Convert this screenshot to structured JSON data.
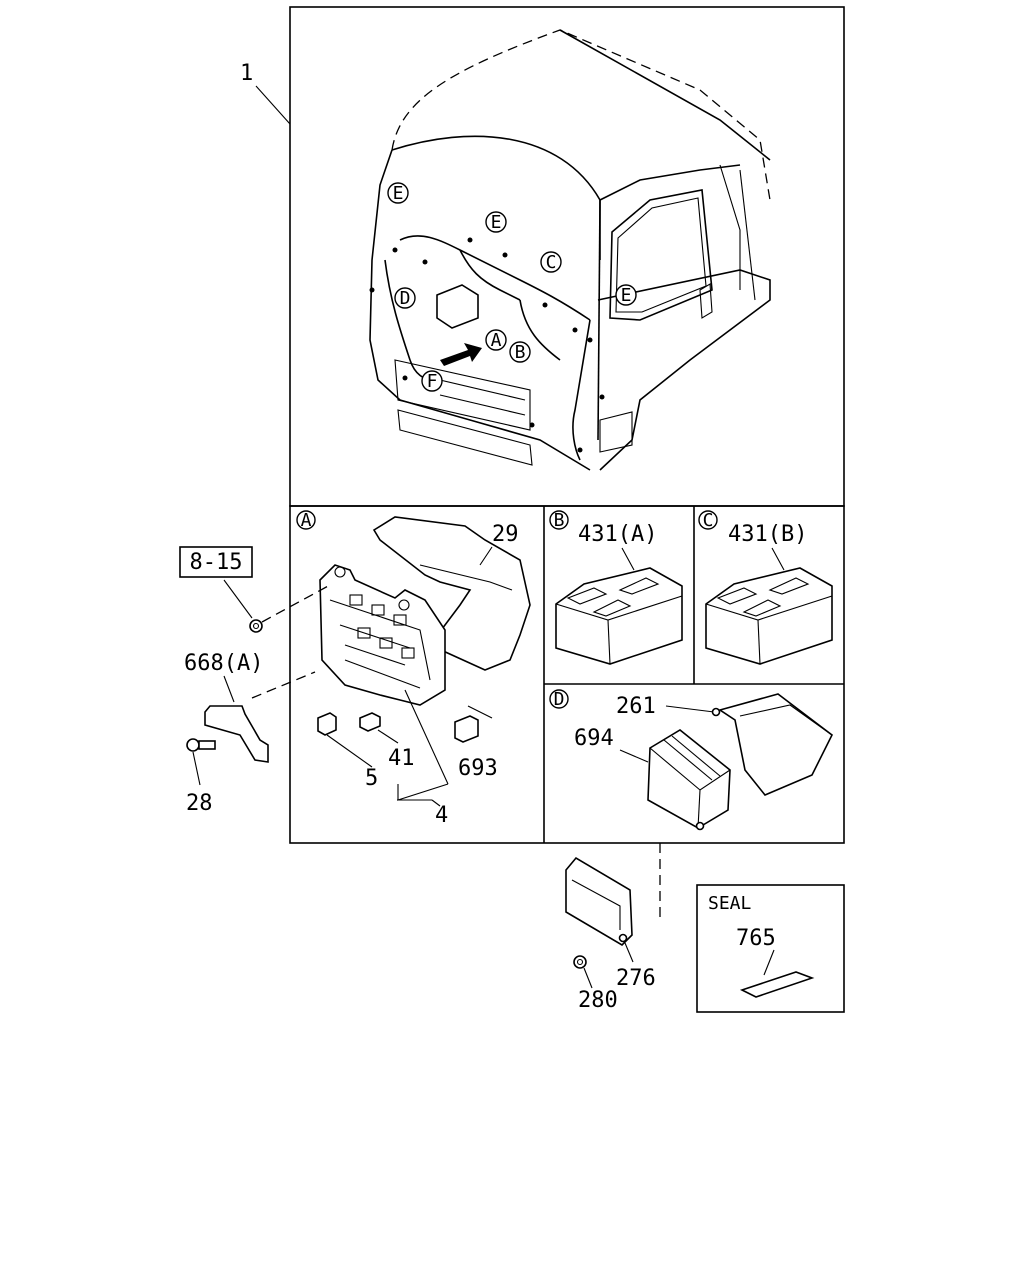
{
  "callouts": {
    "c1": "1",
    "c8_15": "8-15",
    "c29": "29",
    "c668a": "668(A)",
    "c28": "28",
    "c41": "41",
    "c693": "693",
    "c5": "5",
    "c4": "4",
    "c431a": "431(A)",
    "c431b": "431(B)",
    "c261": "261",
    "c694": "694",
    "c276": "276",
    "c280": "280",
    "c765": "765"
  },
  "seal_box": {
    "title": "SEAL"
  },
  "markers": {
    "A": "A",
    "B": "B",
    "C": "C",
    "D": "D",
    "E": "E",
    "F": "F"
  }
}
